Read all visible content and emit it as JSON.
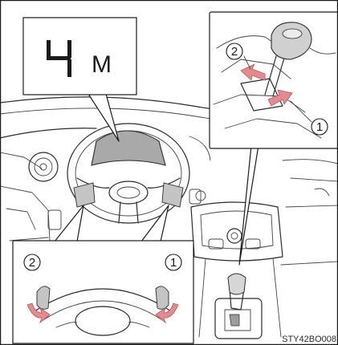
{
  "display": {
    "gear_digit": "4",
    "gear_mode": "M"
  },
  "callouts": {
    "shift_lever_up": "2",
    "shift_lever_down": "1",
    "paddle_left": "2",
    "paddle_right": "1"
  },
  "image_code": "STY42BO008",
  "colors": {
    "arrow": "#e48b8f",
    "cluster_highlight": "#a9a9a9",
    "paddle_highlight": "#c4c4c4",
    "line": "#2b2b2b"
  }
}
